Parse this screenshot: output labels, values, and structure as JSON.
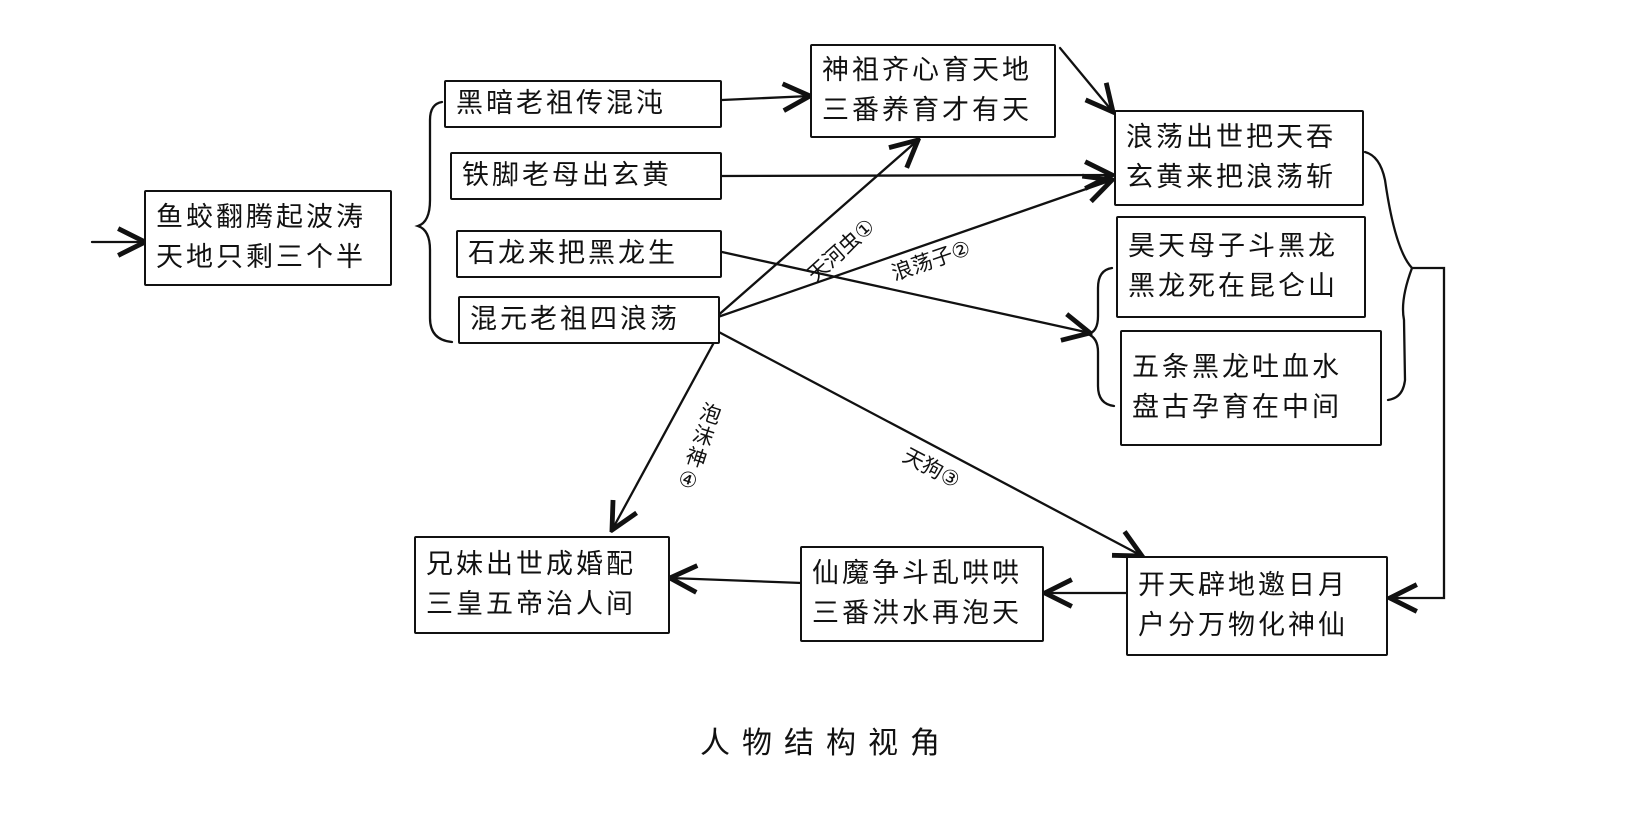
{
  "title": "人物结构视角",
  "nodes": {
    "root": {
      "lines": [
        "鱼蛟翻腾起波涛",
        "天地只剩三个半"
      ]
    },
    "heian": {
      "lines": [
        "黑暗老祖传混沌"
      ]
    },
    "tiejiao": {
      "lines": [
        "铁脚老母出玄黄"
      ]
    },
    "shilong": {
      "lines": [
        "石龙来把黑龙生"
      ]
    },
    "hunyuan": {
      "lines": [
        "混元老祖四浪荡"
      ]
    },
    "shenzu": {
      "lines": [
        "神祖齐心育天地",
        "三番养育才有天"
      ]
    },
    "langdang": {
      "lines": [
        "浪荡出世把天吞",
        "玄黄来把浪荡斩"
      ]
    },
    "haotian": {
      "lines": [
        "昊天母子斗黑龙",
        "黑龙死在昆仑山"
      ]
    },
    "wutiao": {
      "lines": [
        "五条黑龙吐血水",
        "盘古孕育在中间"
      ]
    },
    "kaitian": {
      "lines": [
        "开天辟地邀日月",
        "户分万物化神仙"
      ]
    },
    "xianmo": {
      "lines": [
        "仙魔争斗乱哄哄",
        "三番洪水再泡天"
      ]
    },
    "xiongmei": {
      "lines": [
        "兄妹出世成婚配",
        "三皇五帝治人间"
      ]
    }
  },
  "edge_labels": {
    "tianhechong": "天河虫①",
    "langdangzi": "浪荡子②",
    "tiangou": "天狗③",
    "hunshen": "泡沫神④"
  }
}
